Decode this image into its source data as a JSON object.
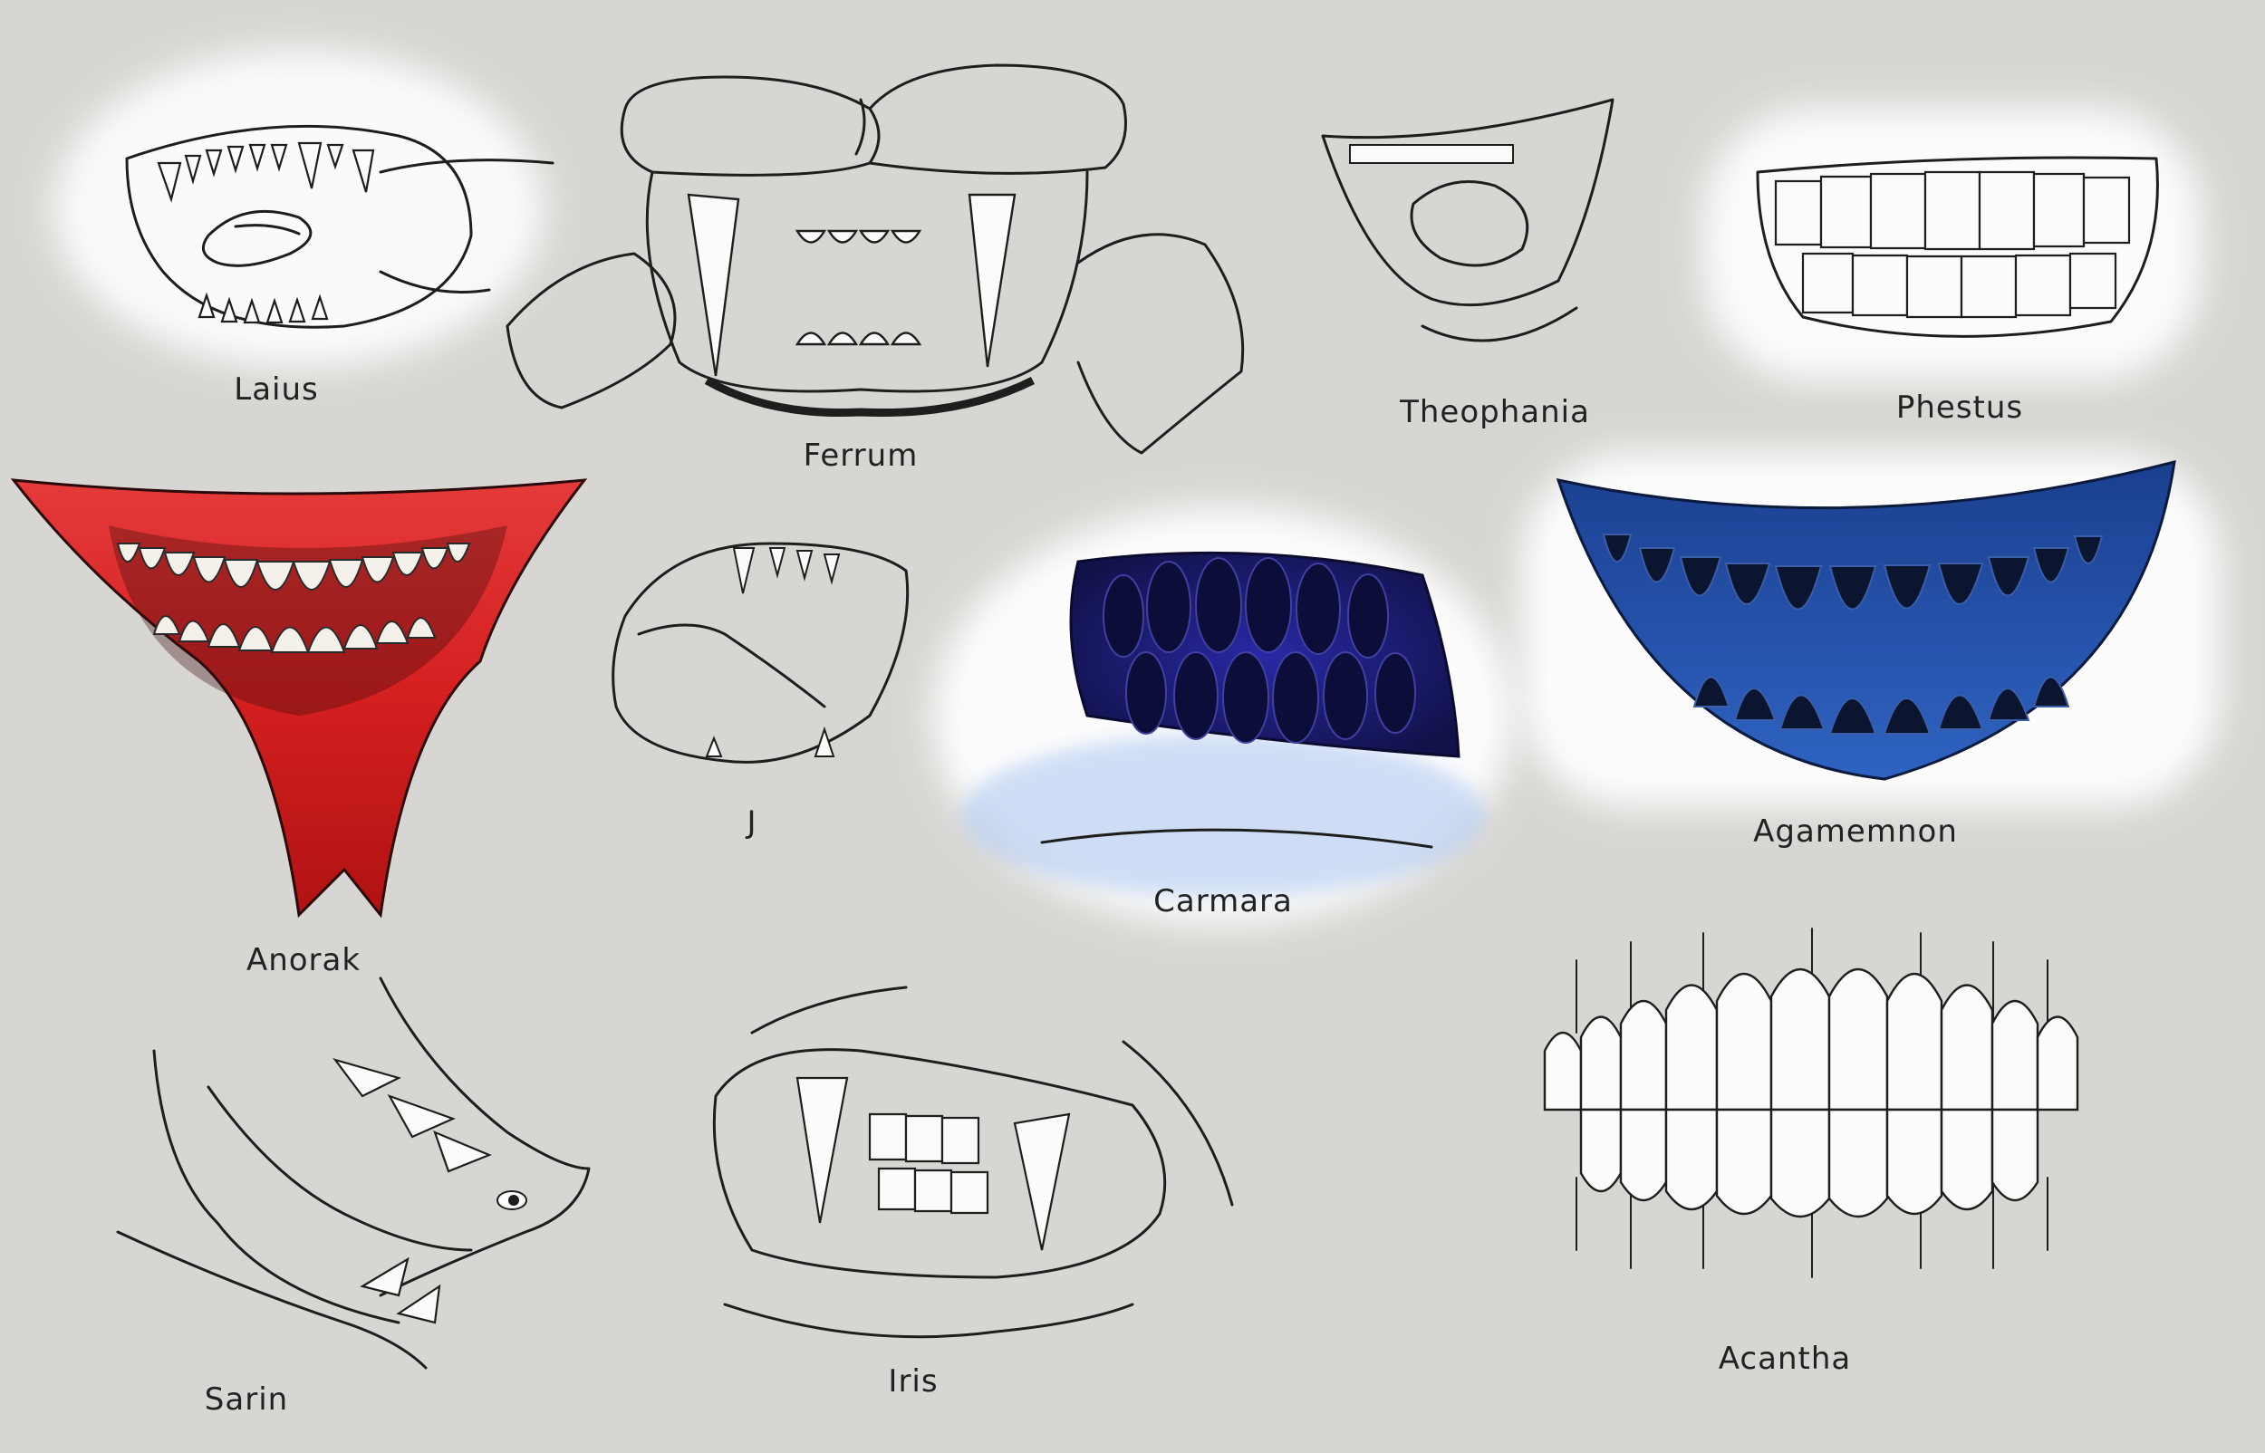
{
  "sheet": {
    "background": "#d8d6d2",
    "labels": {
      "laius": "Laius",
      "ferrum": "Ferrum",
      "theophania": "Theophania",
      "phestus": "Phestus",
      "anorak": "Anorak",
      "j": "J",
      "carmara": "Carmara",
      "agamemnon": "Agamemnon",
      "sarin": "Sarin",
      "iris": "Iris",
      "acantha": "Acantha"
    },
    "colors": {
      "ink": "#1e1e1e",
      "glow": "#ffffff",
      "anorak_red": "#d31c1c",
      "carmara_mouth": "#1b1a6e",
      "carmara_glow": "#a9c4f0",
      "agamemnon_mouth": "#1d4fa8",
      "agamemnon_teeth": "#0c1530"
    }
  }
}
